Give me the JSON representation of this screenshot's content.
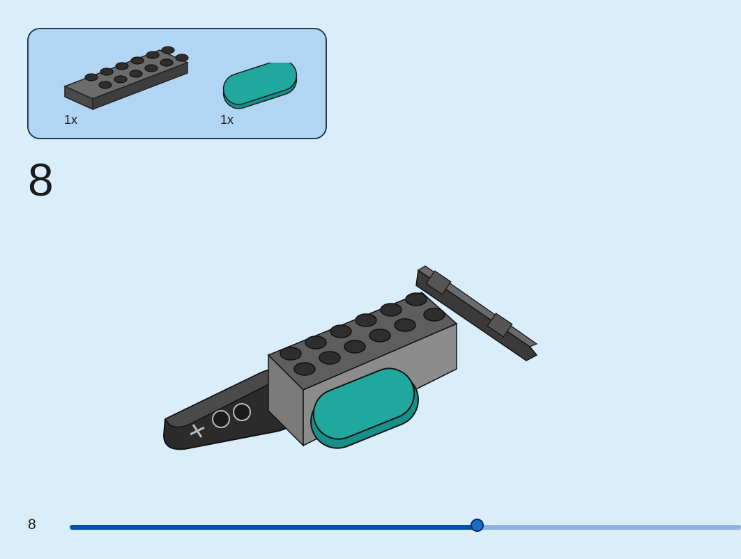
{
  "parts": [
    {
      "name": "plate-2x6",
      "color": "#5a5a5a",
      "quantity": "1x"
    },
    {
      "name": "tile-round-2x4",
      "color": "#1fa39a",
      "quantity": "1x"
    }
  ],
  "step": {
    "number": "8"
  },
  "footer": {
    "page_number": "8",
    "progress": {
      "value": 0.607,
      "fill_color": "#0055aa",
      "track_color": "#8fb2e4"
    }
  },
  "colors": {
    "background": "#d9edfb",
    "parts_box": "#b3d5f4",
    "dark_bluish_gray": "#5a5a5a",
    "black": "#2a2a2a",
    "teal": "#1fa39a"
  }
}
